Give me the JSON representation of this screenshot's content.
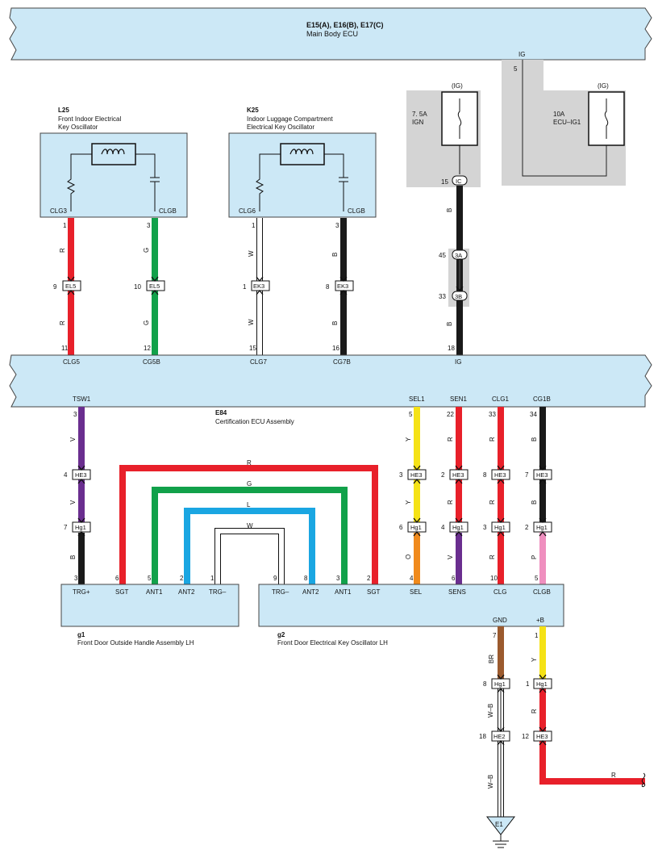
{
  "main_ecu": {
    "code": "E15(A), E16(B), E17(C)",
    "name": "Main Body ECU",
    "ig_label": "IG",
    "ig_pin": "5"
  },
  "fuse_ign": {
    "tag": "(IG)",
    "rating": "7. 5A",
    "name": "IGN"
  },
  "fuse_ecu": {
    "tag": "(IG)",
    "rating": "10A",
    "name": "ECU–IG1"
  },
  "osc_l25": {
    "code": "L25",
    "name_line1": "Front Indoor Electrical",
    "name_line2": "Key Oscillator",
    "pin_left": "CLG3",
    "pin_right": "CLGB",
    "pin_left_no": "1",
    "pin_right_no": "3",
    "conn_left": "EL5",
    "conn_right": "EL5",
    "conn_left_pin": "9",
    "conn_right_pin": "10"
  },
  "osc_k25": {
    "code": "K25",
    "name_line1": "Indoor Luggage Compartment",
    "name_line2": "Electrical Key Oscillator",
    "pin_left": "CLG6",
    "pin_right": "CLGB",
    "pin_left_no": "1",
    "pin_right_no": "3",
    "conn_left": "EK3",
    "conn_right": "EK3",
    "conn_left_pin": "1",
    "conn_right_pin": "8"
  },
  "ig_chain": {
    "c1": "IC",
    "c1_pin": "15",
    "c2": "3A",
    "c2_pin": "45",
    "c3": "3B",
    "c3_pin": "33"
  },
  "cert_ecu": {
    "code": "E84",
    "name": "Certification ECU Assembly",
    "top_pins": [
      {
        "no": "11",
        "name": "CLG5"
      },
      {
        "no": "12",
        "name": "CG5B"
      },
      {
        "no": "15",
        "name": "CLG7"
      },
      {
        "no": "16",
        "name": "CG7B"
      },
      {
        "no": "18",
        "name": "IG"
      }
    ],
    "bottom_pins": [
      {
        "no": "3",
        "name": "TSW1"
      },
      {
        "no": "5",
        "name": "SEL1"
      },
      {
        "no": "22",
        "name": "SEN1"
      },
      {
        "no": "33",
        "name": "CLG1"
      },
      {
        "no": "34",
        "name": "CG1B"
      }
    ]
  },
  "wire_colors": {
    "R": "R",
    "G": "G",
    "W": "W",
    "B": "B",
    "V": "V",
    "Y": "Y",
    "L": "L",
    "O": "O",
    "P": "P",
    "BR": "BR",
    "WB": "W–B"
  },
  "connectors": {
    "he3": "HE3",
    "hg1": "Hg1",
    "he2": "HE2",
    "pins": {
      "tsw_he3": "4",
      "tsw_hg1": "7",
      "sel_he3": "3",
      "sel_hg1": "6",
      "sen_he3": "2",
      "sen_hg1": "4",
      "clg_he3": "8",
      "clg_hg1": "3",
      "cgb_he3": "7",
      "cgb_hg1": "2",
      "gnd_hg1": "8",
      "gnd_he2": "18",
      "b_hg1": "1",
      "b_he3": "12"
    }
  },
  "handle_g1": {
    "code": "g1",
    "name": "Front Door Outside Handle Assembly LH",
    "pins": [
      {
        "no": "3",
        "name": "TRG+"
      },
      {
        "no": "6",
        "name": "SGT"
      },
      {
        "no": "5",
        "name": "ANT1"
      },
      {
        "no": "2",
        "name": "ANT2"
      },
      {
        "no": "1",
        "name": "TRG–"
      }
    ]
  },
  "osc_g2": {
    "code": "g2",
    "name": "Front Door Electrical Key Oscillator LH",
    "pins": [
      {
        "no": "9",
        "name": "TRG–"
      },
      {
        "no": "8",
        "name": "ANT2"
      },
      {
        "no": "3",
        "name": "ANT1"
      },
      {
        "no": "2",
        "name": "SGT"
      },
      {
        "no": "4",
        "name": "SEL"
      },
      {
        "no": "6",
        "name": "SENS"
      },
      {
        "no": "10",
        "name": "CLG"
      },
      {
        "no": "5",
        "name": "CLGB"
      }
    ],
    "gnd": "GND",
    "gnd_no": "7",
    "plus_b": "+B",
    "plus_b_no": "1"
  },
  "ground": {
    "label": "E1"
  },
  "colors": {
    "red": "#e8202a",
    "green": "#11a14a",
    "blue": "#1aa6e2",
    "black": "#1a1a1a",
    "purple": "#6a2e8f",
    "yellow": "#f5e216",
    "orange": "#f08a1c",
    "pink": "#ef8fbf",
    "brown": "#9b5a2e",
    "bg": "#cce8f6"
  }
}
